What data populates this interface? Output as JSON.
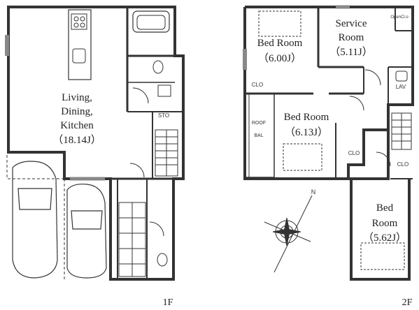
{
  "floor1": {
    "living_line1": "Living,",
    "living_line2": "Dining,",
    "living_line3": "Kitchen",
    "living_size": "（18.14J）",
    "sto": "STO",
    "floor_label": "1F"
  },
  "floor2": {
    "bed1_name": "Bed Room",
    "bed1_size": "（6.00J）",
    "service_line1": "Service",
    "service_line2": "Room",
    "service_size": "（5.11J）",
    "open_label": "OpenCl.o",
    "clo1": "CLO",
    "lav": "LAV",
    "roof_line1": "ROOF",
    "roof_line2": "BAL",
    "bed2_name": "Bed Room",
    "bed2_size": "（6.13J）",
    "clo2": "CLO",
    "clo3": "CLO",
    "bed3_line1": "Bed",
    "bed3_line2": "Room",
    "bed3_size": "（5.62J）",
    "floor_label": "2F"
  },
  "compass": {
    "north": "N"
  }
}
